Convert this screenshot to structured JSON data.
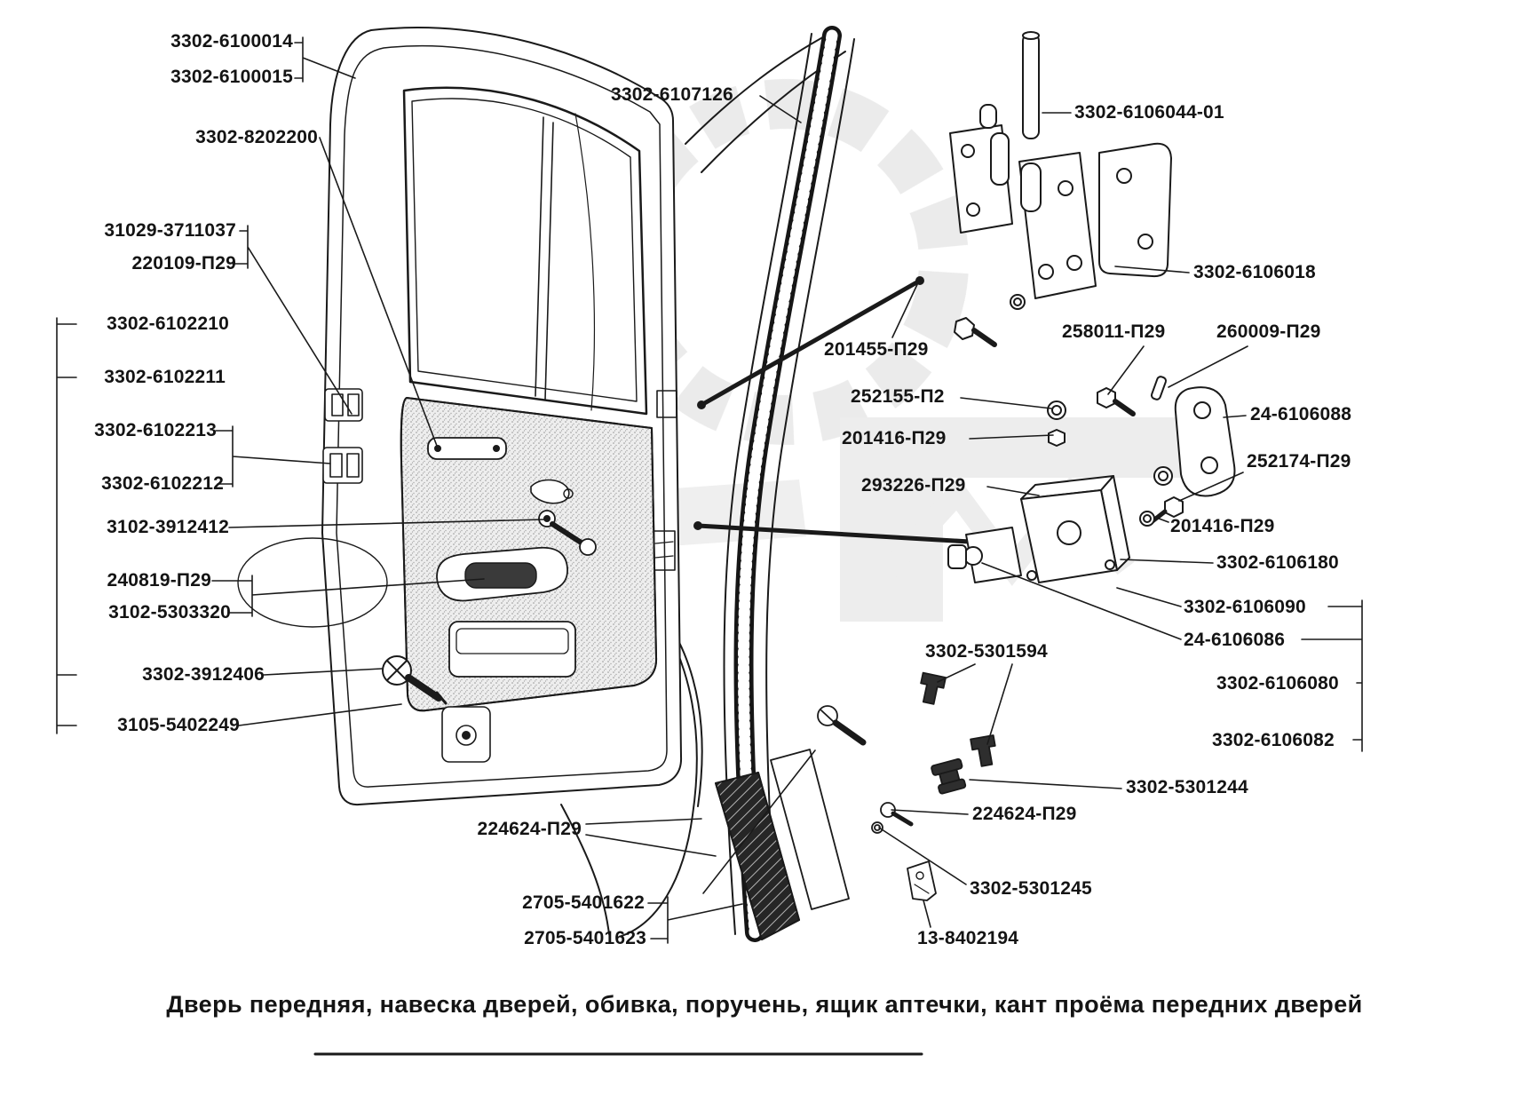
{
  "page": {
    "caption": "Дверь передняя, навеска дверей, обивка, поручень, ящик аптечки, кант проёма передних дверей"
  },
  "colors": {
    "ink": "#141414",
    "paper": "#ffffff",
    "watermark": "#d8d8d8"
  },
  "labels": [
    {
      "text": "3302-6100014"
    },
    {
      "text": "3302-6100015"
    },
    {
      "text": "3302-8202200"
    },
    {
      "text": "31029-3711037"
    },
    {
      "text": "220109-П29"
    },
    {
      "text": "3302-6102210"
    },
    {
      "text": "3302-6102211"
    },
    {
      "text": "3302-6102213"
    },
    {
      "text": "3302-6102212"
    },
    {
      "text": "3102-3912412"
    },
    {
      "text": "240819-П29"
    },
    {
      "text": "3102-5303320"
    },
    {
      "text": "3302-3912406"
    },
    {
      "text": "3105-5402249"
    },
    {
      "text": "3302-6107126"
    },
    {
      "text": "3302-6106044-01"
    },
    {
      "text": "3302-6106018"
    },
    {
      "text": "201455-П29"
    },
    {
      "text": "258011-П29"
    },
    {
      "text": "260009-П29"
    },
    {
      "text": "252155-П2"
    },
    {
      "text": "24-6106088"
    },
    {
      "text": "201416-П29"
    },
    {
      "text": "252174-П29"
    },
    {
      "text": "293226-П29"
    },
    {
      "text": "201416-П29"
    },
    {
      "text": "3302-6106180"
    },
    {
      "text": "3302-6106090"
    },
    {
      "text": "24-6106086"
    },
    {
      "text": "3302-5301594"
    },
    {
      "text": "3302-6106080"
    },
    {
      "text": "3302-6106082"
    },
    {
      "text": "3302-5301244"
    },
    {
      "text": "224624-П29"
    },
    {
      "text": "224624-П29"
    },
    {
      "text": "3302-5301245"
    },
    {
      "text": "2705-5401622"
    },
    {
      "text": "2705-5401623"
    },
    {
      "text": "13-8402194"
    }
  ]
}
